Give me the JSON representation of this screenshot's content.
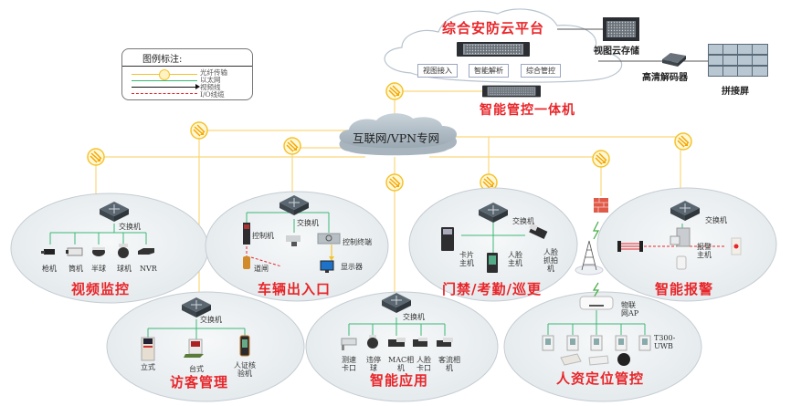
{
  "legend": {
    "title": "图例标注:",
    "items": [
      {
        "label": "光纤传输",
        "color": "#f5c32c",
        "style": "solid-with-fiber-icon"
      },
      {
        "label": "以太网",
        "color": "#3cb878",
        "style": "solid"
      },
      {
        "label": "视频线",
        "color": "#111111",
        "style": "arrow"
      },
      {
        "label": "I/O线缆",
        "color": "#e8262a",
        "style": "dashed"
      }
    ]
  },
  "cloud_platform": {
    "title": "综合安防云平台",
    "modules": [
      "视图接入",
      "智能解析",
      "综合管控"
    ]
  },
  "storage": {
    "label": "视图云存储"
  },
  "decoder": {
    "label": "高清解码器"
  },
  "video_wall": {
    "label": "拼接屏"
  },
  "management_unit": {
    "label": "智能管控一体机"
  },
  "internet": {
    "label": "互联网/VPN专网"
  },
  "subsystems": {
    "video_surveillance": {
      "title": "视频监控",
      "switch_label": "交换机",
      "devices": [
        "枪机",
        "筒机",
        "半球",
        "球机",
        "NVR"
      ]
    },
    "vehicle_gate": {
      "title": "车辆出入口",
      "switch_label": "交换机",
      "devices": [
        "控制机",
        "道闸",
        "控制终端",
        "显示器"
      ]
    },
    "access_control": {
      "title": "门禁/考勤/巡更",
      "switch_label": "交换机",
      "devices": [
        "卡片\n主机",
        "人脸\n主机",
        "人脸\n抓拍\n机"
      ]
    },
    "alarm": {
      "title": "智能报警",
      "switch_label": "交换机",
      "devices": [
        "报警\n主机"
      ]
    },
    "visitor": {
      "title": "访客管理",
      "switch_label": "交换机",
      "devices": [
        "立式",
        "台式",
        "人证核\n验机"
      ]
    },
    "smart_app": {
      "title": "智能应用",
      "switch_label": "交换机",
      "devices": [
        "测速\n卡口",
        "违停\n球",
        "MAC相\n机",
        "人脸\n卡口",
        "客流相\n机"
      ]
    },
    "personnel_positioning": {
      "title": "人资定位管控",
      "ap_label": "物联\n网AP",
      "anchor_label": "T300-\nUWB"
    }
  },
  "colors": {
    "fiber": "#f5c32c",
    "ethernet": "#3cb878",
    "io_cable": "#e8262a",
    "title_red": "#e8262a",
    "zone_fill": "#eef2f4",
    "zone_stroke": "#c5ccd2"
  }
}
